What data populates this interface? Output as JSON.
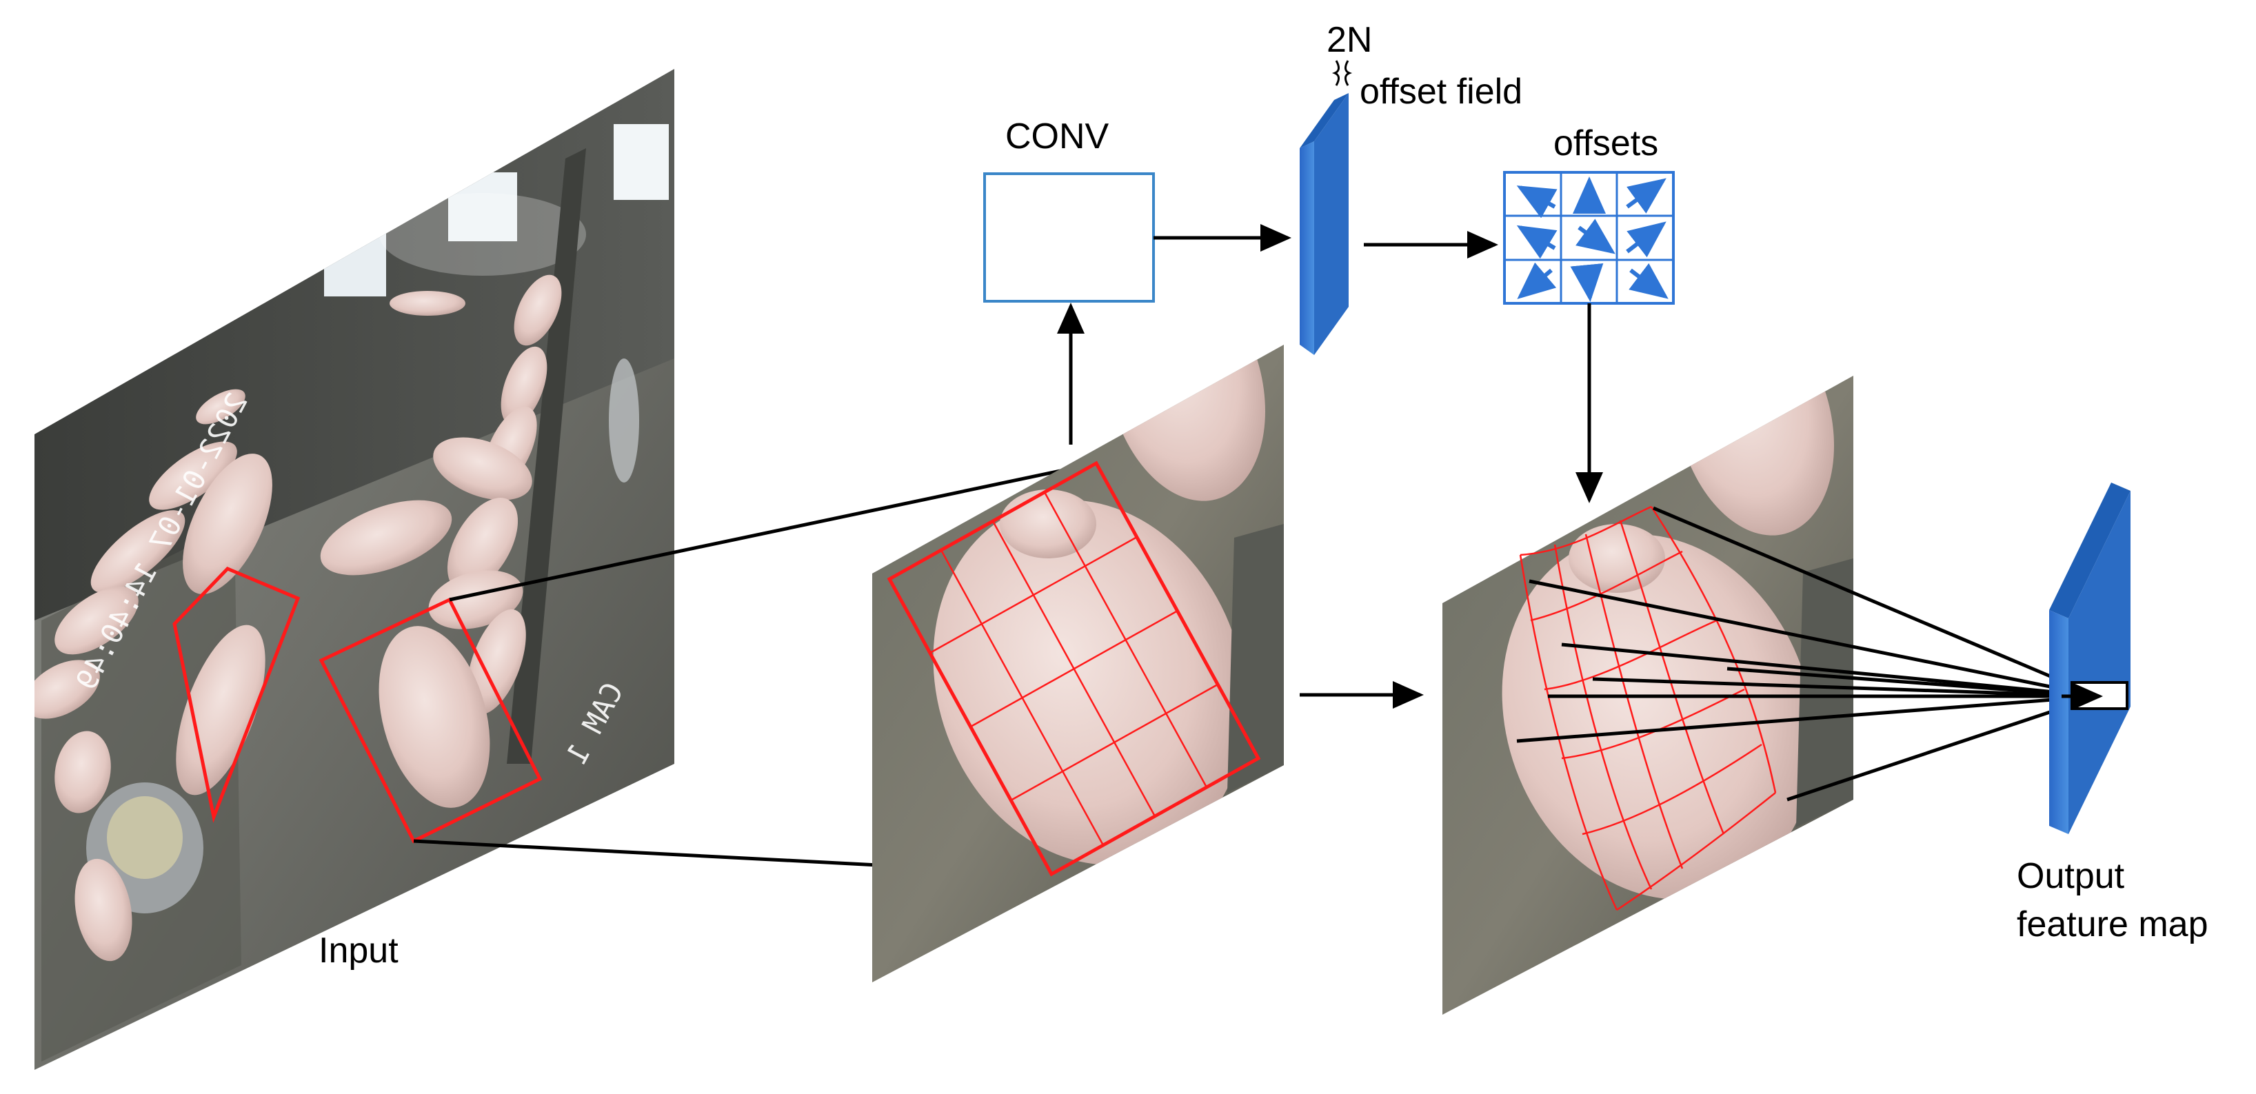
{
  "labels": {
    "input": "Input",
    "conv": "CONV",
    "two_n": "2N",
    "offset_field": "offset field",
    "offsets": "offsets",
    "output_line1": "Output",
    "output_line2": "feature map"
  },
  "camera_overlay": {
    "timestamp": "2022-01-07 14:40:49",
    "camera_id": "CAM 1"
  },
  "colors": {
    "accent_blue": "#2e75d6",
    "dark_blue": "#1f5fb5",
    "box_blue": "#3a86c8",
    "sampling_red": "#ff1a1a",
    "arrow": "#000000"
  }
}
